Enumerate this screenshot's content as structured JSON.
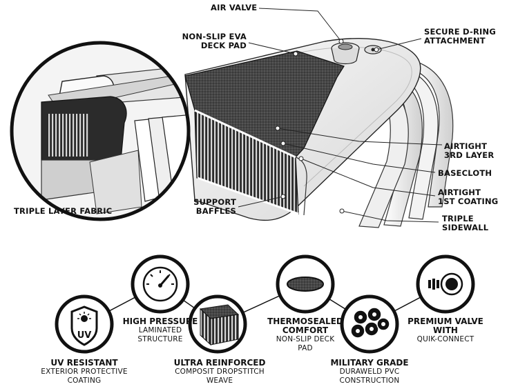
{
  "callouts": {
    "air_valve": "AIR VALVE",
    "deck_pad": [
      "NON-SLIP EVA",
      "DECK PAD"
    ],
    "d_ring": [
      "SECURE D-RING",
      "ATTACHMENT"
    ],
    "airtight_3rd": [
      "AIRTIGHT",
      "3RD LAYER"
    ],
    "basecloth": "BASECLOTH",
    "airtight_1st": [
      "AIRTIGHT",
      "1ST COATING"
    ],
    "triple_sidewall": [
      "TRIPLE",
      "SIDEWALL"
    ],
    "support_baffles": [
      "SUPPORT",
      "BAFFLES"
    ],
    "triple_layer_fabric": "TRIPLE LAYER FABRIC"
  },
  "features": [
    {
      "title": "UV RESISTANT",
      "lines": [
        "EXTERIOR PROTECTIVE",
        "COATING"
      ],
      "icon": "uv-shield-icon",
      "badge": "UV"
    },
    {
      "title": "HIGH PRESSURE",
      "lines": [
        "LAMINATED",
        "STRUCTURE"
      ],
      "icon": "pressure-gauge-icon"
    },
    {
      "title": "ULTRA REINFORCED",
      "lines": [
        "COMPOSIT DROPSTITCH",
        "WEAVE"
      ],
      "icon": "dropstitch-icon"
    },
    {
      "title": "THERMOSEALED",
      "lines": [
        "COMFORT",
        "NON-SLIP DECK",
        "PAD"
      ],
      "icon": "deck-pad-icon"
    },
    {
      "title": "MILITARY GRADE",
      "lines": [
        "DURAWELD PVC",
        "CONSTRUCTION"
      ],
      "icon": "pvc-rolls-icon"
    },
    {
      "title": "PREMIUM VALVE",
      "lines": [
        "WITH",
        "QUIK-CONNECT"
      ],
      "icon": "valve-icon"
    }
  ],
  "colors": {
    "ink": "#111111",
    "line": "#1a1a1a",
    "board": "#f2f2f2",
    "deck": "#3a3a3a"
  }
}
